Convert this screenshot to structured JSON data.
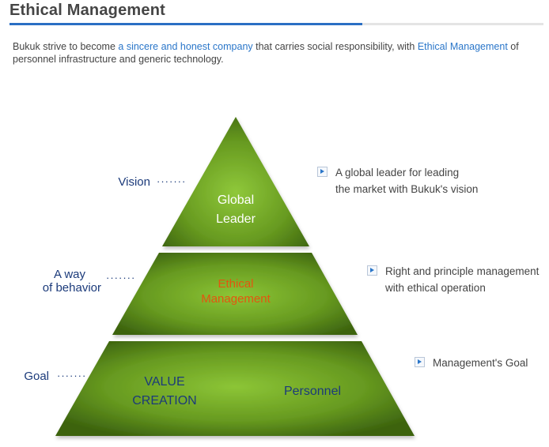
{
  "header": {
    "title": "Ethical Management"
  },
  "intro": {
    "part1": "Bukuk strive to become ",
    "highlight1": "a sincere and honest company",
    "part2": " that carries social responsibility, with ",
    "highlight2": "Ethical Management",
    "part3": " of personnel infrastructure and generic technology."
  },
  "pyramid": {
    "top": {
      "line1": "Global",
      "line2": "Leader"
    },
    "middle": {
      "line1": "Ethical",
      "line2": "Management"
    },
    "bottom": {
      "left_line1": "VALUE",
      "left_line2": "CREATION",
      "right": "Personnel"
    }
  },
  "left_labels": {
    "vision": "Vision",
    "behavior_line1": "A way",
    "behavior_line2": "of behavior",
    "goal": "Goal",
    "dots": "·······"
  },
  "right_notes": {
    "vision_line1": "A global leader for leading",
    "vision_line2": "the market with Bukuk's vision",
    "behavior_line1": "Right and principle management",
    "behavior_line2": "with ethical operation",
    "goal": "Management's Goal"
  },
  "colors": {
    "accent_blue": "#2a76c9",
    "label_navy": "#1b3a7a",
    "ethical_orange": "#e2560f",
    "pyramid_green_light": "#8cc536",
    "pyramid_green_dark": "#3f6710"
  }
}
